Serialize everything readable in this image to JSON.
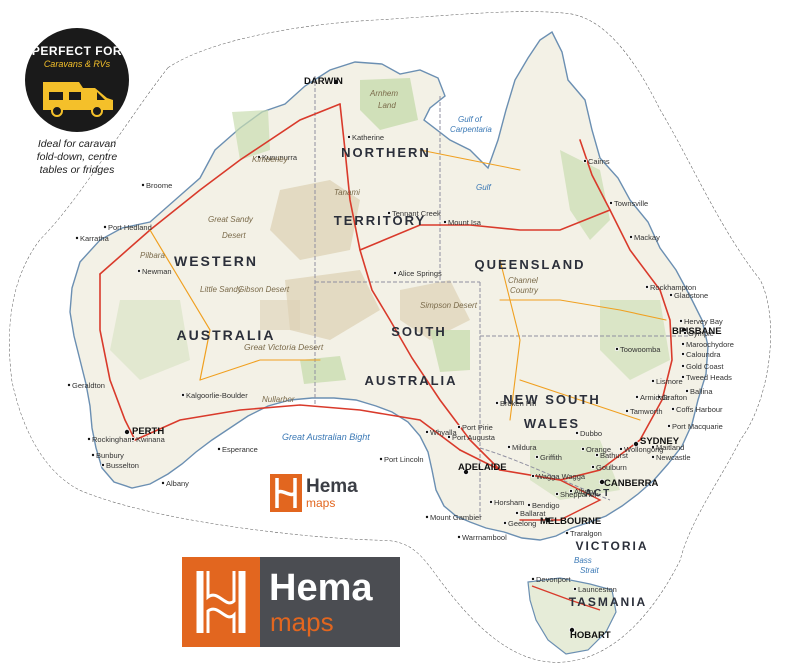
{
  "badge": {
    "line1": "PERFECT FOR",
    "line2": "Caravans & RVs",
    "caption_lines": [
      "Ideal for caravan",
      "fold-down, centre",
      "tables or fridges"
    ]
  },
  "logo": {
    "word": "Hema",
    "sub": "maps"
  },
  "colors": {
    "land": "#f3f1e6",
    "park": "#c9ddb0",
    "desert": "#ddd2b5",
    "road_major": "#d93a2b",
    "road_minor": "#f0a020",
    "water": "#9cc7e6",
    "border": "#8f8fa0",
    "brand_orange": "#e2661f",
    "brand_grey": "#4b4d52"
  },
  "states": [
    {
      "id": "wa",
      "lines": [
        "WESTERN",
        "AUSTRALIA"
      ]
    },
    {
      "id": "nt",
      "lines": [
        "NORTHERN",
        "TERRITORY"
      ]
    },
    {
      "id": "qld",
      "lines": [
        "QUEENSLAND"
      ]
    },
    {
      "id": "sa",
      "lines": [
        "SOUTH",
        "AUSTRALIA"
      ]
    },
    {
      "id": "nsw",
      "lines": [
        "NEW SOUTH",
        "WALES"
      ]
    },
    {
      "id": "vic",
      "lines": [
        "VICTORIA"
      ]
    },
    {
      "id": "act",
      "lines": [
        "ACT"
      ]
    },
    {
      "id": "tas",
      "lines": [
        "TASMANIA"
      ]
    }
  ],
  "cities": [
    {
      "id": "darwin",
      "name": "DARWIN"
    },
    {
      "id": "perth",
      "name": "PERTH"
    },
    {
      "id": "adelaide",
      "name": "ADELAIDE"
    },
    {
      "id": "melbourne",
      "name": "MELBOURNE"
    },
    {
      "id": "sydney",
      "name": "SYDNEY"
    },
    {
      "id": "brisbane",
      "name": "BRISBANE"
    },
    {
      "id": "canberra",
      "name": "CANBERRA"
    },
    {
      "id": "hobart",
      "name": "HOBART"
    }
  ],
  "towns": [
    {
      "id": "broome",
      "name": "Broome"
    },
    {
      "id": "port-hedland",
      "name": "Port Hedland"
    },
    {
      "id": "karratha",
      "name": "Karratha"
    },
    {
      "id": "newman",
      "name": "Newman"
    },
    {
      "id": "geraldton",
      "name": "Geraldton"
    },
    {
      "id": "kalgoorlie",
      "name": "Kalgoorlie-Boulder"
    },
    {
      "id": "esperance",
      "name": "Esperance"
    },
    {
      "id": "albany",
      "name": "Albany"
    },
    {
      "id": "bunbury",
      "name": "Bunbury"
    },
    {
      "id": "busselton",
      "name": "Busselton"
    },
    {
      "id": "rockingham",
      "name": "Rockingham"
    },
    {
      "id": "kwinana",
      "name": "Kwinana"
    },
    {
      "id": "kununurra",
      "name": "Kununurra"
    },
    {
      "id": "katherine",
      "name": "Katherine"
    },
    {
      "id": "tennant-creek",
      "name": "Tennant Creek"
    },
    {
      "id": "alice-springs",
      "name": "Alice Springs"
    },
    {
      "id": "mount-isa",
      "name": "Mount Isa"
    },
    {
      "id": "cairns",
      "name": "Cairns"
    },
    {
      "id": "townsville",
      "name": "Townsville"
    },
    {
      "id": "mackay",
      "name": "Mackay"
    },
    {
      "id": "rockhampton",
      "name": "Rockhampton"
    },
    {
      "id": "gladstone",
      "name": "Gladstone"
    },
    {
      "id": "hervey-bay",
      "name": "Hervey Bay"
    },
    {
      "id": "gympie",
      "name": "Gympie"
    },
    {
      "id": "maroochydore",
      "name": "Maroochydore"
    },
    {
      "id": "caloundra",
      "name": "Caloundra"
    },
    {
      "id": "gold-coast",
      "name": "Gold Coast"
    },
    {
      "id": "tweed-heads",
      "name": "Tweed Heads"
    },
    {
      "id": "toowoomba",
      "name": "Toowoomba"
    },
    {
      "id": "lismore",
      "name": "Lismore"
    },
    {
      "id": "ballina",
      "name": "Ballina"
    },
    {
      "id": "grafton",
      "name": "Grafton"
    },
    {
      "id": "coffs-harbour",
      "name": "Coffs Harbour"
    },
    {
      "id": "port-macquarie",
      "name": "Port Macquarie"
    },
    {
      "id": "tamworth",
      "name": "Tamworth"
    },
    {
      "id": "armidale",
      "name": "Armidale"
    },
    {
      "id": "maitland",
      "name": "Maitland"
    },
    {
      "id": "newcastle",
      "name": "Newcastle"
    },
    {
      "id": "wollongong",
      "name": "Wollongong"
    },
    {
      "id": "dubbo",
      "name": "Dubbo"
    },
    {
      "id": "orange",
      "name": "Orange"
    },
    {
      "id": "bathurst",
      "name": "Bathurst"
    },
    {
      "id": "goulburn",
      "name": "Goulburn"
    },
    {
      "id": "griffith",
      "name": "Griffith"
    },
    {
      "id": "wagga",
      "name": "Wagga Wagga"
    },
    {
      "id": "albury",
      "name": "Albury"
    },
    {
      "id": "broken-hill",
      "name": "Broken Hill"
    },
    {
      "id": "mildura",
      "name": "Mildura"
    },
    {
      "id": "port-augusta",
      "name": "Port Augusta"
    },
    {
      "id": "whyalla",
      "name": "Whyalla"
    },
    {
      "id": "port-lincoln",
      "name": "Port Lincoln"
    },
    {
      "id": "port-pirie",
      "name": "Port Pirie"
    },
    {
      "id": "mount-gambier",
      "name": "Mount Gambier"
    },
    {
      "id": "shepparton",
      "name": "Shepparton"
    },
    {
      "id": "bendigo",
      "name": "Bendigo"
    },
    {
      "id": "ballarat",
      "name": "Ballarat"
    },
    {
      "id": "geelong",
      "name": "Geelong"
    },
    {
      "id": "warrnambool",
      "name": "Warrnambool"
    },
    {
      "id": "traralgon",
      "name": "Traralgon"
    },
    {
      "id": "horsham",
      "name": "Horsham"
    },
    {
      "id": "devonport",
      "name": "Devonport"
    },
    {
      "id": "launceston",
      "name": "Launceston"
    }
  ],
  "features": [
    {
      "id": "kimberley",
      "name": "Kimberley"
    },
    {
      "id": "pilbara",
      "name": "Pilbara"
    },
    {
      "id": "great-sandy",
      "name": "Great Sandy"
    },
    {
      "id": "desert1",
      "name": "Desert"
    },
    {
      "id": "gibson",
      "name": "Gibson Desert"
    },
    {
      "id": "little-sandy",
      "name": "Little Sandy"
    },
    {
      "id": "gvd",
      "name": "Great Victoria Desert"
    },
    {
      "id": "nullarbor",
      "name": "Nullarbor"
    },
    {
      "id": "tanami",
      "name": "Tanami"
    },
    {
      "id": "arnhem",
      "name": "Arnhem"
    },
    {
      "id": "land",
      "name": "Land"
    },
    {
      "id": "simpson",
      "name": "Simpson Desert"
    },
    {
      "id": "channel",
      "name": "Channel"
    },
    {
      "id": "country",
      "name": "Country"
    }
  ],
  "waters": [
    {
      "id": "gulf",
      "name": "Gulf of"
    },
    {
      "id": "carpentaria",
      "name": "Carpentaria"
    },
    {
      "id": "gab",
      "name": "Great Australian Bight"
    },
    {
      "id": "bass",
      "name": "Bass"
    },
    {
      "id": "strait",
      "name": "Strait"
    },
    {
      "id": "gulf-country",
      "name": "Gulf"
    }
  ]
}
